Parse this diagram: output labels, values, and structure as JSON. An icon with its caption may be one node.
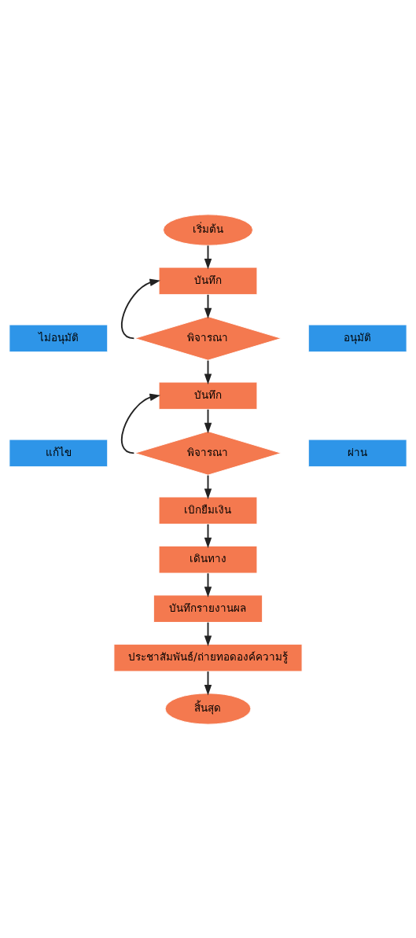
{
  "diagram": {
    "nodes": [
      {
        "text": [
          "เริ่มต้น"
        ]
      },
      {
        "text": [
          "บันทึก"
        ]
      },
      {
        "text": [
          "ไม่อนุมัติ"
        ]
      },
      {
        "text": [
          "พิจารณา"
        ]
      },
      {
        "text": [
          "อนุมัติ"
        ]
      },
      {
        "text": [
          "บันทึก"
        ]
      },
      {
        "text": [
          "แก้ไข"
        ]
      },
      {
        "text": [
          "พิจารณา"
        ]
      },
      {
        "text": [
          "ผ่าน"
        ]
      },
      {
        "text": [
          "เบิกยืมเงิน"
        ]
      },
      {
        "text": [
          "เดินทาง"
        ]
      },
      {
        "text": [
          "บันทึกรายงานผล"
        ]
      },
      {
        "text": [
          "ประชาสัมพันธ์/ถ่ายทอดองค์ความรู้"
        ]
      },
      {
        "text": [
          "สิ้นสุด"
        ]
      }
    ],
    "edges": [
      {
        "from": 0,
        "to": 1,
        "arrow": "to"
      },
      {
        "from": 1,
        "to": 3,
        "arrow": "to"
      },
      {
        "from": 3,
        "to": 1,
        "arrow": "to"
      },
      {
        "from": 3,
        "to": 5,
        "arrow": "to"
      },
      {
        "from": 5,
        "to": 7,
        "arrow": "to"
      },
      {
        "from": 7,
        "to": 5,
        "arrow": "to"
      },
      {
        "from": 7,
        "to": 9,
        "arrow": "to"
      },
      {
        "from": 9,
        "to": 10,
        "arrow": "to"
      },
      {
        "from": 10,
        "to": 11,
        "arrow": "to"
      },
      {
        "from": 11,
        "to": 12,
        "arrow": "to"
      },
      {
        "from": 12,
        "to": 13,
        "arrow": "to"
      }
    ]
  }
}
